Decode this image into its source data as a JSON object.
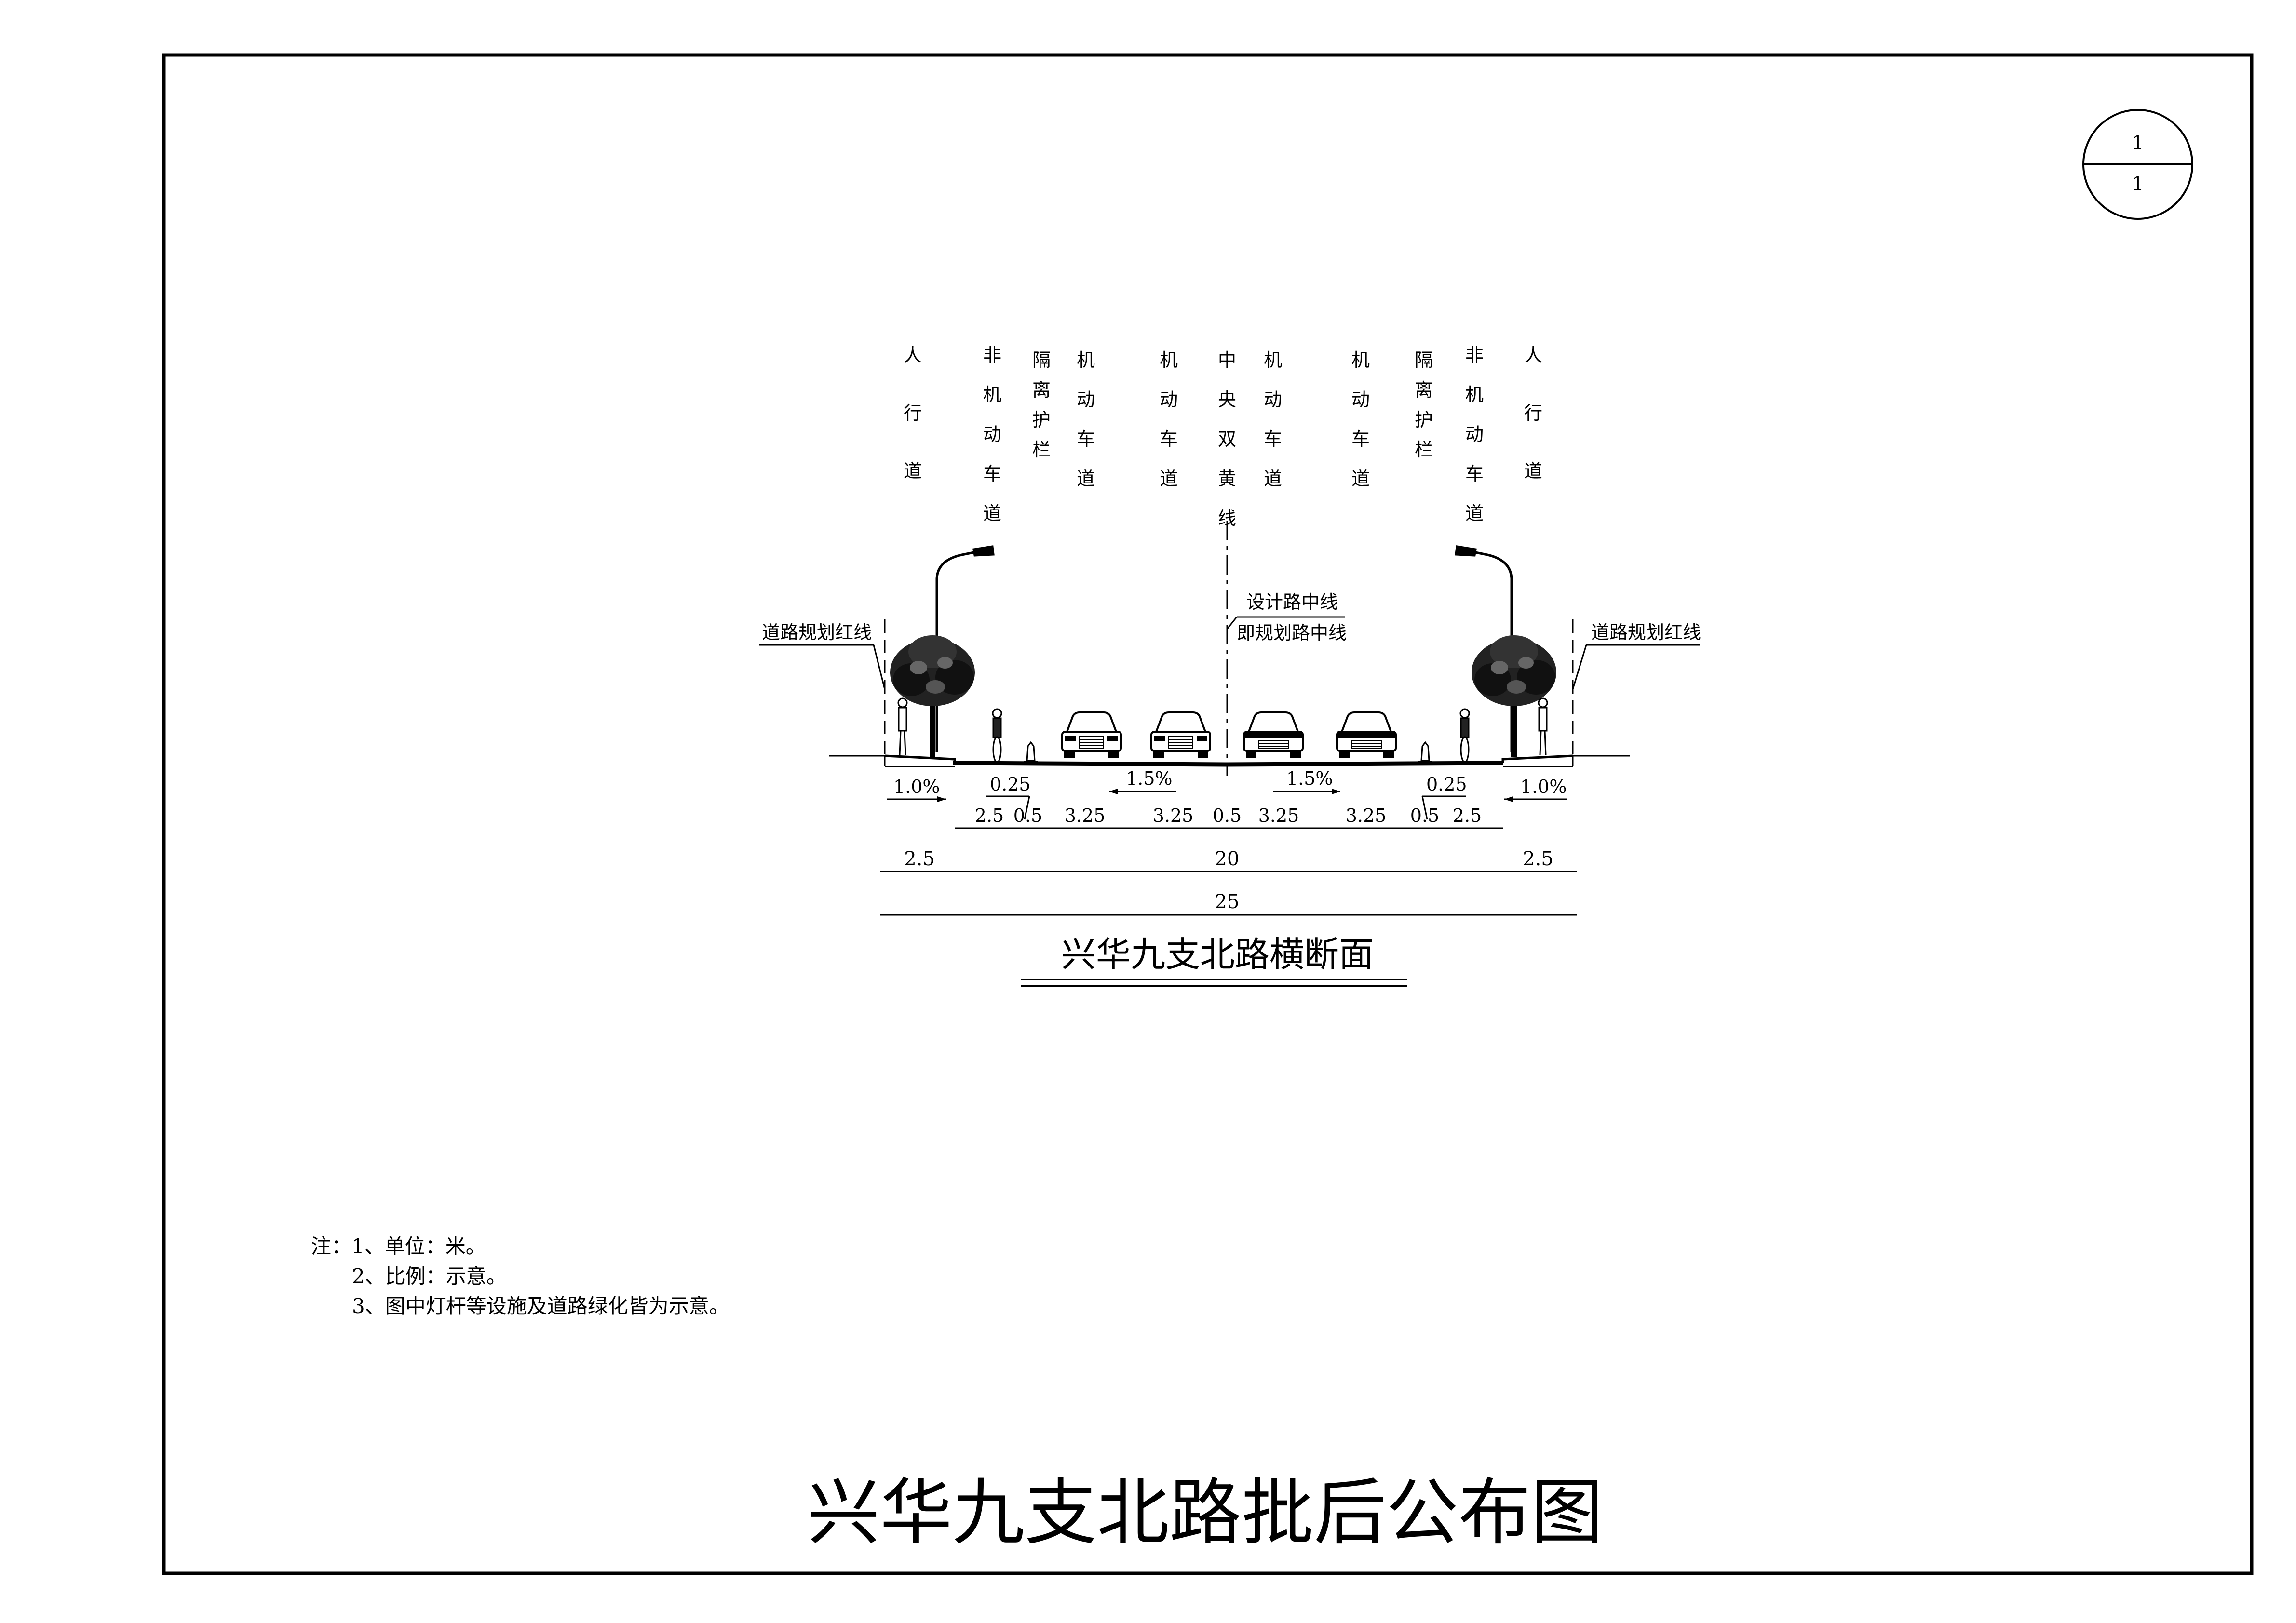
{
  "sheet": {
    "number_top": "1",
    "number_bottom": "1"
  },
  "lanes": {
    "left_sidewalk": "人行道",
    "left_bike": "非机动车道",
    "left_barrier": "隔离护栏",
    "left_lane_outer": "机动车道",
    "left_lane_inner": "机动车道",
    "median": "中央双黄线",
    "right_lane_inner": "机动车道",
    "right_lane_outer": "机动车道",
    "right_barrier": "隔离护栏",
    "right_bike": "非机动车道",
    "right_sidewalk": "人行道"
  },
  "annotations": {
    "red_line_left": "道路规划红线",
    "red_line_right": "道路规划红线",
    "centerline_1": "设计路中线",
    "centerline_2": "即规划路中线"
  },
  "slopes": {
    "left_sidewalk": "1.0%",
    "right_sidewalk": "1.0%",
    "left_carriageway": "1.5%",
    "right_carriageway": "1.5%",
    "left_barrier_width": "0.25",
    "right_barrier_width": "0.25"
  },
  "dimensions": {
    "row1": [
      "2.5",
      "0.5",
      "3.25",
      "3.25",
      "0.5",
      "3.25",
      "3.25",
      "0.5",
      "2.5"
    ],
    "row2": [
      "2.5",
      "20",
      "2.5"
    ],
    "total": "25"
  },
  "section_title": "兴华九支北路横断面",
  "notes": [
    "注：1、单位：米。",
    "2、比例：示意。",
    "3、图中灯杆等设施及道路绿化皆为示意。"
  ],
  "main_title": "兴华九支北路批后公布图"
}
